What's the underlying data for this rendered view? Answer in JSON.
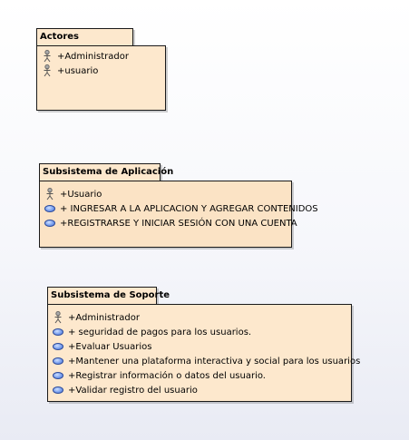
{
  "packages": [
    {
      "name": "Actores",
      "items": [
        {
          "icon": "actor-icon",
          "text": "+Administrador"
        },
        {
          "icon": "actor-icon",
          "text": "+usuario"
        }
      ]
    },
    {
      "name": "Subsistema de Aplicación",
      "items": [
        {
          "icon": "actor-icon",
          "text": "+Usuario"
        },
        {
          "icon": "use-case-icon",
          "text": "+ INGRESAR A LA APLICACION Y AGREGAR CONTENIDOS"
        },
        {
          "icon": "use-case-icon",
          "text": "+REGISTRARSE Y INICIAR SESIÓN CON UNA CUENTA"
        }
      ]
    },
    {
      "name": "Subsistema de Soporte",
      "items": [
        {
          "icon": "actor-icon",
          "text": "+Administrador"
        },
        {
          "icon": "use-case-icon",
          "text": "+ seguridad de pagos para los usuarios."
        },
        {
          "icon": "use-case-icon",
          "text": "+Evaluar Usuarios"
        },
        {
          "icon": "use-case-icon",
          "text": "+Mantener una plataforma interactiva y social para los usuarios"
        },
        {
          "icon": "use-case-icon",
          "text": "+Registrar información o datos del usuario."
        },
        {
          "icon": "use-case-icon",
          "text": "+Validar registro del usuario"
        }
      ]
    }
  ]
}
